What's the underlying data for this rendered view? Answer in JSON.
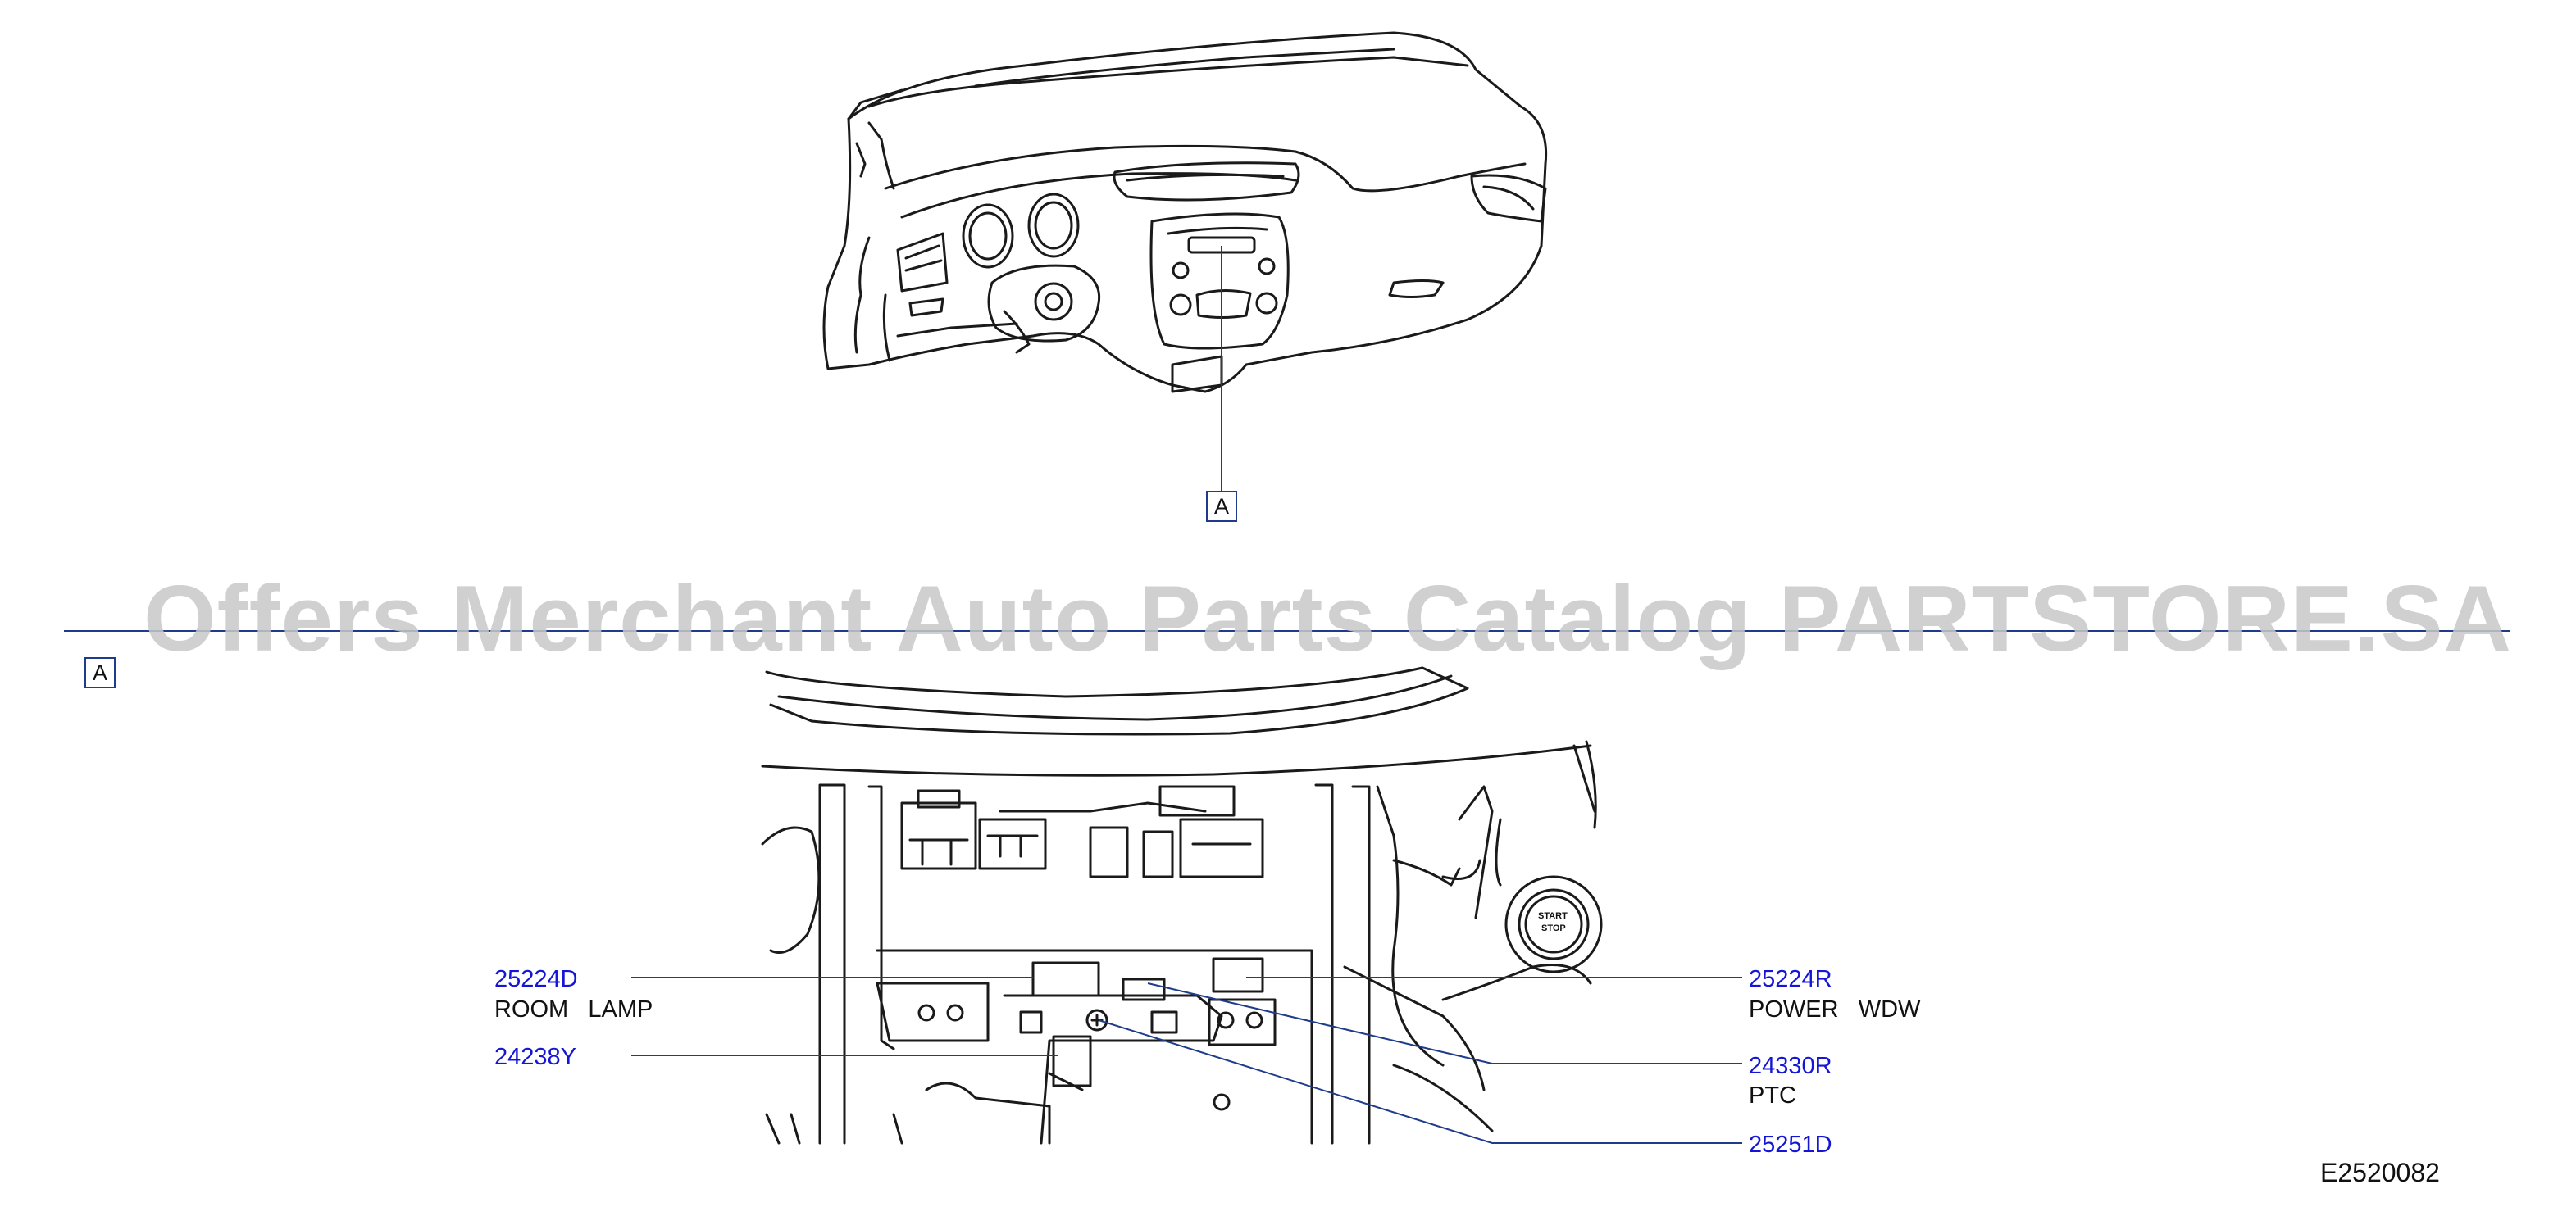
{
  "watermark": "Offers Merchant Auto Parts Catalog PARTSTORE.SA",
  "view_marker": "A",
  "section_marker": "A",
  "parts": [
    {
      "id": "p1",
      "number": "25224D",
      "description": "ROOM   LAMP"
    },
    {
      "id": "p2",
      "number": "24238Y",
      "description": ""
    },
    {
      "id": "p3",
      "number": "25224R",
      "description": "POWER   WDW"
    },
    {
      "id": "p4",
      "number": "24330R",
      "description": "PTC"
    },
    {
      "id": "p5",
      "number": "25251D",
      "description": ""
    }
  ],
  "start_button": {
    "line1": "START",
    "line2": "STOP"
  },
  "drawing_id": "E2520082",
  "colors": {
    "callout_line": "#1e3b8c",
    "part_number": "#1515d8",
    "drawing": "#1a1a1a"
  }
}
